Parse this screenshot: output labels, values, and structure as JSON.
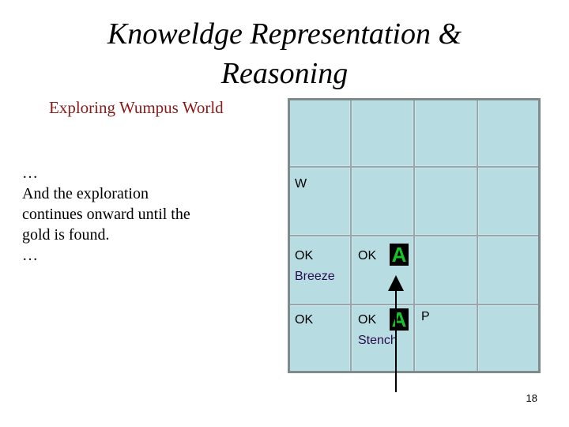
{
  "slide": {
    "title_line1": "Knoweldge Representation &",
    "title_line2": "Reasoning",
    "subtitle": "Exploring Wumpus World",
    "body_lines": [
      "…",
      "And the exploration",
      "continues onward until the",
      "gold is found.",
      "…"
    ],
    "page_number": "18"
  },
  "grid": {
    "cells": {
      "r1c0": [
        "W"
      ],
      "r2c0": [
        "OK",
        "Breeze"
      ],
      "r2c1": [
        "OK"
      ],
      "r3c0": [
        "OK"
      ],
      "r3c1": [
        "OK",
        "Stench"
      ],
      "r3c2": [
        "P"
      ]
    },
    "agent_symbol": "A"
  }
}
